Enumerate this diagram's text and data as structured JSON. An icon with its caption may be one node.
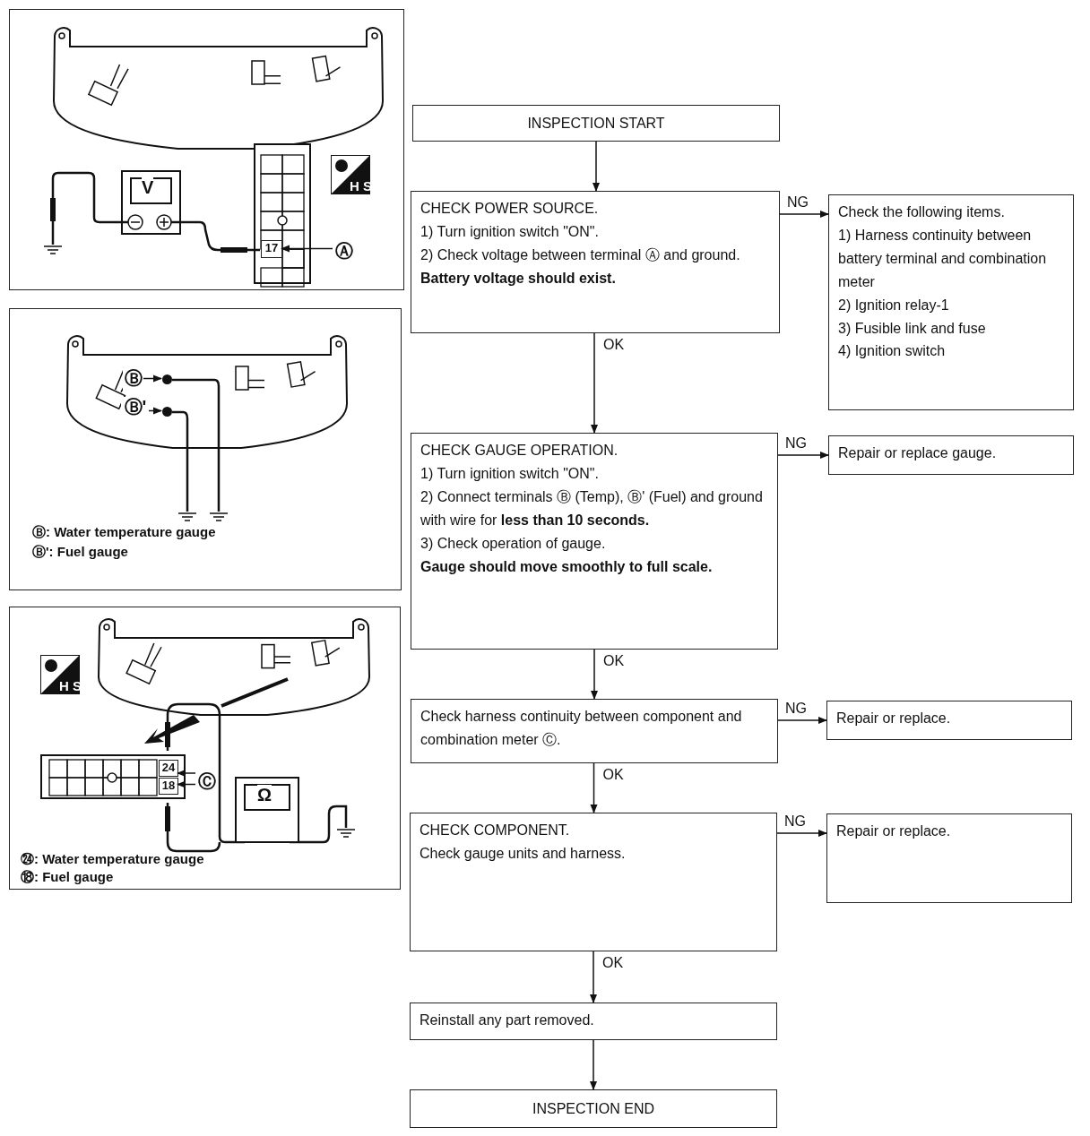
{
  "diagram": {
    "nodes": [
      {
        "text": [
          "INSPECTION START"
        ]
      },
      {
        "text": [
          "CHECK POWER SOURCE.",
          "1) Turn ignition switch \"ON\".",
          "2) Check voltage between terminal Ⓐ and ground.",
          "**Battery voltage should exist.**"
        ]
      },
      {
        "text": [
          "Check the following items.",
          "1) Harness continuity between battery terminal and combination meter",
          "2) Ignition relay-1",
          "3) Fusible link and fuse",
          "4) Ignition switch"
        ]
      },
      {
        "text": [
          "CHECK GAUGE OPERATION.",
          "1) Turn ignition switch \"ON\".",
          "2) Connect terminals Ⓑ (Temp), Ⓑ' (Fuel) and ground with wire for **less than 10 seconds.**",
          "3) Check operation of gauge.",
          "**Gauge should move smoothly to full scale.**"
        ]
      },
      {
        "text": [
          "Repair or replace gauge."
        ]
      },
      {
        "text": [
          "Check harness continuity between component and combination meter Ⓒ."
        ]
      },
      {
        "text": [
          "Repair or replace."
        ]
      },
      {
        "text": [
          "CHECK COMPONENT.",
          "Check gauge units and harness."
        ]
      },
      {
        "text": [
          "Repair or replace."
        ]
      },
      {
        "text": [
          "Reinstall any part removed."
        ]
      },
      {
        "text": [
          "INSPECTION END"
        ]
      },
      {
        "text": [],
        "shape": "box"
      },
      {
        "text": [
          "17"
        ],
        "in": 11
      },
      {
        "text": [
          "Ⓐ"
        ],
        "in": 11
      },
      {
        "text": [
          "Ⓑ: Water temperature gauge",
          "Ⓑ': Fuel gauge"
        ]
      },
      {
        "text": [
          "Ⓑ"
        ],
        "in": 14
      },
      {
        "text": [],
        "shape": "circle",
        "in": 14
      },
      {
        "text": [
          "Ⓑ'"
        ],
        "in": 14
      },
      {
        "text": [],
        "shape": "circle",
        "in": 14
      },
      {
        "text": [
          "㉔: Water temperature gauge",
          "⑱: Fuel gauge"
        ]
      },
      {
        "text": [
          "24"
        ],
        "in": 19
      },
      {
        "text": [
          "18"
        ],
        "in": 19
      },
      {
        "text": [
          "Ⓒ"
        ],
        "in": 19
      }
    ],
    "edges": [
      {
        "from": 0,
        "to": 1,
        "arrow": "to"
      },
      {
        "from": 1,
        "to": 2,
        "arrow": "to",
        "label": "NG"
      },
      {
        "from": 1,
        "to": 3,
        "arrow": "to",
        "label": "OK"
      },
      {
        "from": 3,
        "to": 4,
        "arrow": "to",
        "label": "NG"
      },
      {
        "from": 3,
        "to": 5,
        "arrow": "to",
        "label": "OK"
      },
      {
        "from": 5,
        "to": 6,
        "arrow": "to",
        "label": "NG"
      },
      {
        "from": 5,
        "to": 7,
        "arrow": "to",
        "label": "OK"
      },
      {
        "from": 7,
        "to": 8,
        "arrow": "to",
        "label": "NG"
      },
      {
        "from": 7,
        "to": 9,
        "arrow": "to",
        "label": "OK"
      },
      {
        "from": 9,
        "to": 10,
        "arrow": "to"
      },
      {
        "from": 13,
        "to": 12,
        "arrow": "to"
      },
      {
        "from": 15,
        "to": 16,
        "arrow": "to"
      },
      {
        "from": 17,
        "to": 18,
        "arrow": "to"
      },
      {
        "from": 22,
        "to": 20,
        "arrow": "to"
      },
      {
        "from": 22,
        "to": 21,
        "arrow": "to"
      }
    ],
    "labels": [
      "V",
      "H S",
      "H S",
      "Ω"
    ]
  }
}
